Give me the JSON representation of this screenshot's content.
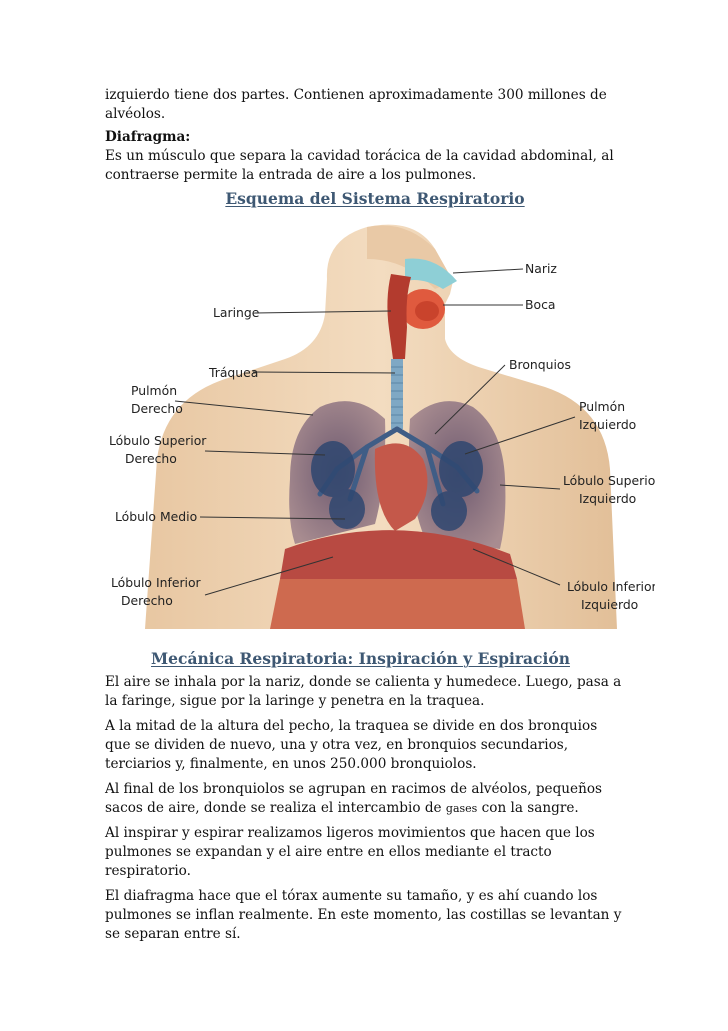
{
  "intro": {
    "lungs_tail": "izquierdo tiene dos partes. Contienen aproximadamente 300 millones de alvéolos.",
    "diaphragm_term": "Diafragma:",
    "diaphragm_text": "Es un músculo que separa la cavidad torácica de la cavidad abdominal, al contraerse permite la entrada de aire a los pulmones."
  },
  "diagram": {
    "heading": "Esquema del Sistema Respiratorio",
    "labels": {
      "nariz": "Nariz",
      "boca": "Boca",
      "laringe": "Laringe",
      "traquea": "Tráquea",
      "bronquios": "Bronquios",
      "pulmon_derecho_1": "Pulmón",
      "pulmon_derecho_2": "Derecho",
      "pulmon_izquierdo_1": "Pulmón",
      "pulmon_izquierdo_2": "Izquierdo",
      "lobulo_sup_der_1": "Lóbulo Superior",
      "lobulo_sup_der_2": "Derecho",
      "lobulo_medio": "Lóbulo Medio",
      "lobulo_sup_izq_1": "Lóbulo Superior",
      "lobulo_sup_izq_2": "Izquierdo",
      "lobulo_inf_der_1": "Lóbulo Inferior",
      "lobulo_inf_der_2": "Derecho",
      "lobulo_inf_izq_1": "Lóbulo Inferior",
      "lobulo_inf_izq_2": "Izquierdo"
    }
  },
  "mechanics": {
    "heading": "Mecánica Respiratoria: Inspiración y Espiración",
    "p1": "El aire se inhala por la nariz, donde se calienta y humedece. Luego, pasa a la faringe, sigue por la laringe y penetra en la traquea.",
    "p2": "A la mitad de la altura del pecho, la traquea se divide en dos bronquios que se dividen de nuevo, una y otra vez, en bronquios secundarios, terciarios y, finalmente, en unos 250.000 bronquiolos.",
    "p3_before": "Al final de los bronquiolos se agrupan en racimos de alvéolos, pequeños sacos de aire, donde se realiza el intercambio de ",
    "p3_small": "gases",
    "p3_after": " con la sangre.",
    "p4": "Al inspirar y espirar realizamos ligeros movimientos que hacen que los pulmones se expandan y el aire entre en ellos mediante el tracto respiratorio.",
    "p5": "El diafragma hace que el tórax aumente su tamaño, y es ahí cuando los pulmones se inflan realmente. En este momento, las costillas se levantan y se separan entre sí."
  }
}
